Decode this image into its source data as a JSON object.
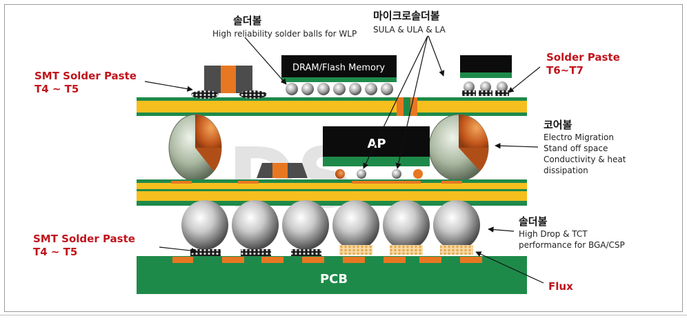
{
  "labels": {
    "solder_ball_top_kr": "솔더볼",
    "solder_ball_top_en": "High reliability solder balls for WLP",
    "micro_solder_kr": "마이크로솔더볼",
    "micro_solder_en": "SULA & ULA & LA",
    "smt_top_1": "SMT Solder Paste",
    "smt_top_2": "T4 ~ T5",
    "solder_paste_right_1": "Solder Paste",
    "solder_paste_right_2": "T6~T7",
    "core_ball_kr": "코어볼",
    "core_ball_en_1": "Electro Migration",
    "core_ball_en_2": "Stand off space",
    "core_ball_en_3": "Conductivity & heat",
    "core_ball_en_4": "dissipation",
    "smt_bottom_1": "SMT Solder Paste",
    "smt_bottom_2": "T4 ~ T5",
    "solder_ball_bottom_kr": "솔더볼",
    "solder_ball_bottom_en_1": "High Drop & TCT",
    "solder_ball_bottom_en_2": "performance for BGA/CSP",
    "flux": "Flux",
    "dram": "DRAM/Flash Memory",
    "ap": "AP",
    "pcb": "PCB",
    "watermark": "DS"
  },
  "colors": {
    "accent_red": "#c0141c",
    "board_green": "#1e8a4a",
    "substrate_yellow": "#f5bf1e",
    "pad_orange": "#e87722",
    "chip_black": "#0c0c0c"
  }
}
